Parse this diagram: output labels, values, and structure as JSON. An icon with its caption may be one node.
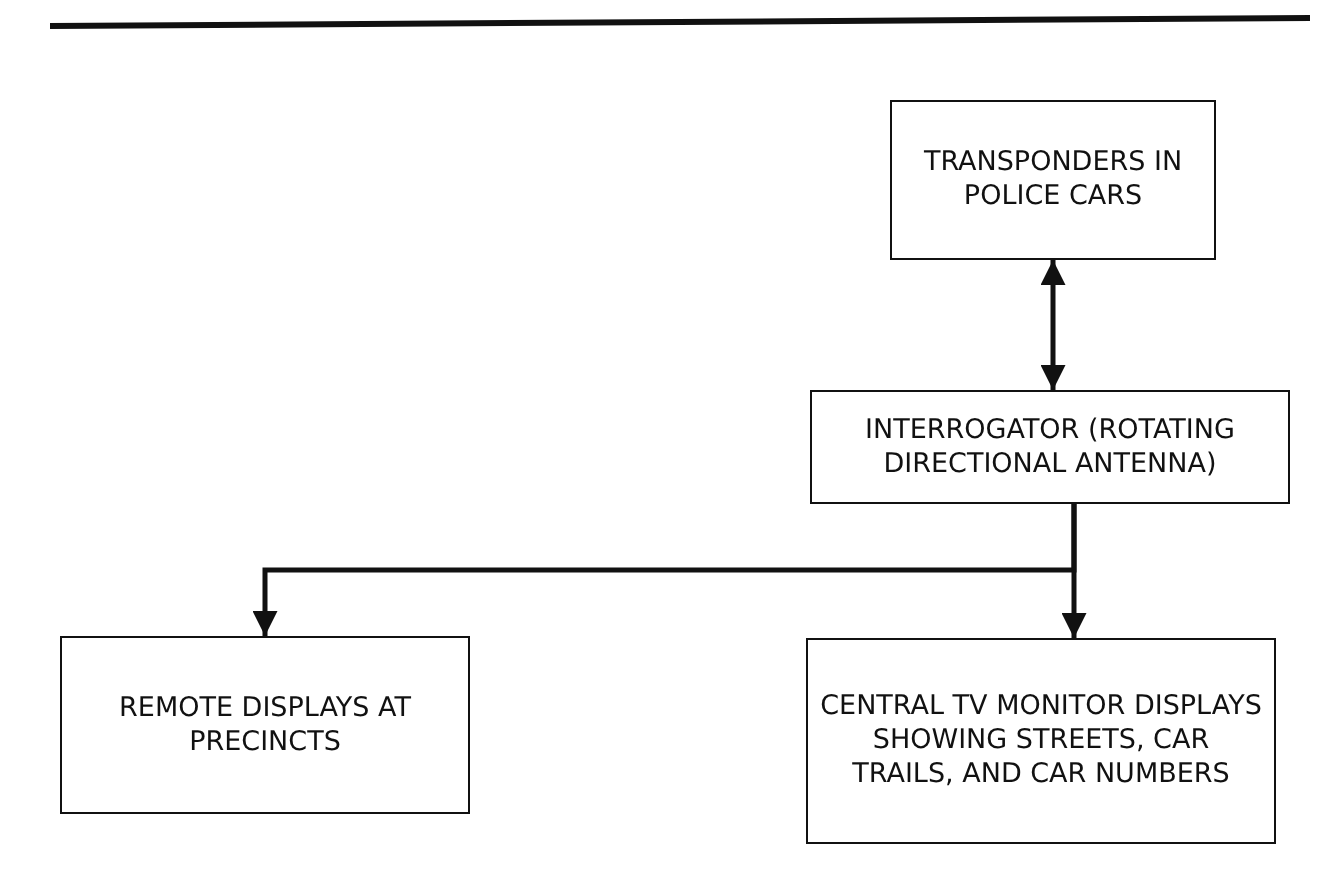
{
  "diagram": {
    "nodes": [
      {
        "text": [
          "TRANSPONDERS IN POLICE CARS"
        ]
      },
      {
        "text": [
          "INTERROGATOR (ROTATING DIRECTIONAL ANTENNA)"
        ]
      },
      {
        "text": [
          "REMOTE DISPLAYS AT PRECINCTS"
        ]
      },
      {
        "text": [
          "CENTRAL TV MONITOR DISPLAYS SHOWING STREETS, CAR TRAILS, AND CAR NUMBERS"
        ]
      }
    ],
    "edges": [
      {
        "from": 0,
        "to": 1,
        "arrow": "both"
      },
      {
        "from": 1,
        "to": 2,
        "arrow": "to"
      },
      {
        "from": 1,
        "to": 3,
        "arrow": "to"
      }
    ]
  }
}
